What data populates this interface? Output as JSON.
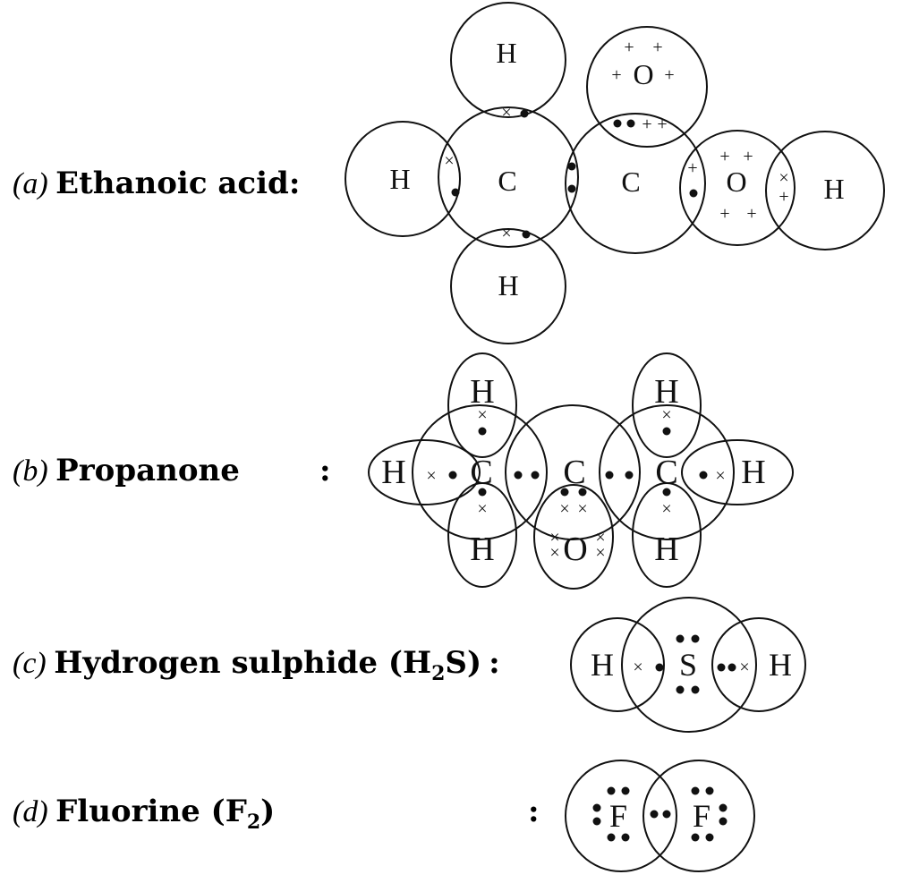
{
  "molecules": [
    {
      "tag": "a",
      "name": "Ethanoic acid",
      "colon": ":"
    },
    {
      "tag": "b",
      "name": "Propanone",
      "colon": ":"
    },
    {
      "tag": "c",
      "name": "Hydrogen sulphide (H",
      "sub": "2",
      "name_end": "S)",
      "colon": ":"
    },
    {
      "tag": "d",
      "name": "Fluorine (F",
      "sub": "2",
      "name_end": ")",
      "colon": ":"
    }
  ],
  "atoms": {
    "hydrogen": "H",
    "carbon": "C",
    "oxygen": "O",
    "sulphur": "S",
    "fluorine": "F"
  },
  "symbols": {
    "cross": "×",
    "plus": "+"
  },
  "colors": {
    "ink": "#111111",
    "background": "#ffffff"
  }
}
